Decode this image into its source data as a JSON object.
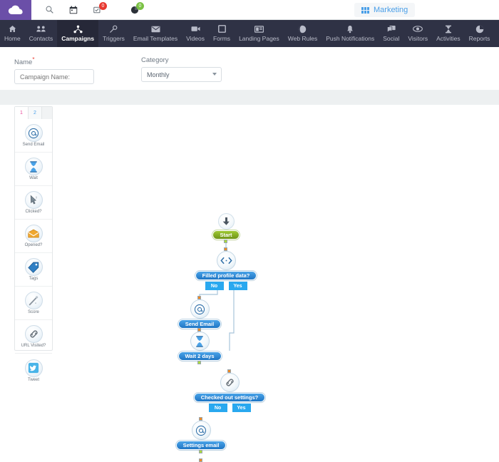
{
  "topbar": {
    "logo": "cloud-logo",
    "icons": [
      {
        "name": "search-icon",
        "badge": null
      },
      {
        "name": "calendar-icon",
        "badge": null
      },
      {
        "name": "tasks-icon",
        "badge": "0",
        "badge_color": "#e8382f"
      },
      {
        "name": "analytics-icon",
        "badge": "0",
        "badge_color": "#7ac143"
      }
    ],
    "app_switcher": {
      "label": "Marketing",
      "icon": "grid-icon",
      "color": "#4a9fe8"
    }
  },
  "nav": {
    "items": [
      {
        "label": "Home",
        "icon": "home-icon",
        "active": false
      },
      {
        "label": "Contacts",
        "icon": "contacts-icon",
        "active": false
      },
      {
        "label": "Campaigns",
        "icon": "campaigns-icon",
        "active": true
      },
      {
        "label": "Triggers",
        "icon": "triggers-icon",
        "active": false
      },
      {
        "label": "Email Templates",
        "icon": "email-templates-icon",
        "active": false
      },
      {
        "label": "Videos",
        "icon": "videos-icon",
        "active": false
      },
      {
        "label": "Forms",
        "icon": "forms-icon",
        "active": false
      },
      {
        "label": "Landing Pages",
        "icon": "landing-pages-icon",
        "active": false
      },
      {
        "label": "Web Rules",
        "icon": "web-rules-icon",
        "active": false
      },
      {
        "label": "Push Notifications",
        "icon": "push-notifications-icon",
        "active": false
      },
      {
        "label": "Social",
        "icon": "social-icon",
        "active": false
      },
      {
        "label": "Visitors",
        "icon": "visitors-icon",
        "active": false
      },
      {
        "label": "Activities",
        "icon": "activities-icon",
        "active": false
      },
      {
        "label": "Reports",
        "icon": "reports-icon",
        "active": false
      }
    ],
    "bg_color": "#2f3245",
    "active_color": "#262838"
  },
  "form": {
    "name": {
      "label": "Name",
      "required_mark": "*",
      "placeholder": "Campaign Name:",
      "value": ""
    },
    "category": {
      "label": "Category",
      "selected": "Monthly"
    }
  },
  "palette": {
    "tabs": [
      {
        "label": "1",
        "active": true
      },
      {
        "label": "2",
        "active": false
      }
    ],
    "items": [
      {
        "label": "Send Email",
        "icon": "at-sign-icon"
      },
      {
        "label": "Wait",
        "icon": "hourglass-icon"
      },
      {
        "label": "Clicked?",
        "icon": "cursor-click-icon"
      },
      {
        "label": "Opened?",
        "icon": "open-envelope-icon"
      },
      {
        "label": "Tags",
        "icon": "tag-icon"
      },
      {
        "label": "Score",
        "icon": "gauge-icon"
      },
      {
        "label": "URL Visited?",
        "icon": "link-chain-icon"
      },
      {
        "label": "Tweet",
        "icon": "twitter-icon"
      }
    ]
  },
  "flow": {
    "nodes": [
      {
        "id": "start",
        "label": "Start",
        "icon": "down-arrow-icon",
        "pill_color": "green",
        "type": "start"
      },
      {
        "id": "filled-profile",
        "label": "Filled profile data?",
        "icon": "decision-icon",
        "pill_color": "blue",
        "type": "decision",
        "branches": [
          "No",
          "Yes"
        ]
      },
      {
        "id": "send-email",
        "label": "Send Email",
        "icon": "at-sign-icon",
        "pill_color": "blue",
        "type": "action"
      },
      {
        "id": "wait-2-days",
        "label": "Wait 2 days",
        "icon": "hourglass-icon",
        "pill_color": "blue",
        "type": "action"
      },
      {
        "id": "checked-out-settings",
        "label": "Checked out settings?",
        "icon": "link-chain-icon",
        "pill_color": "blue",
        "type": "decision",
        "branches": [
          "No",
          "Yes"
        ]
      },
      {
        "id": "settings-email",
        "label": "Settings email",
        "icon": "at-sign-icon",
        "pill_color": "blue",
        "type": "action"
      }
    ],
    "colors": {
      "branch": "#29a8ef",
      "link": "#a8c4da",
      "port_in": "#f08a23",
      "port_out": "#aada3c",
      "pill_blue": "#1f76c4",
      "pill_green": "#6f9416"
    }
  }
}
